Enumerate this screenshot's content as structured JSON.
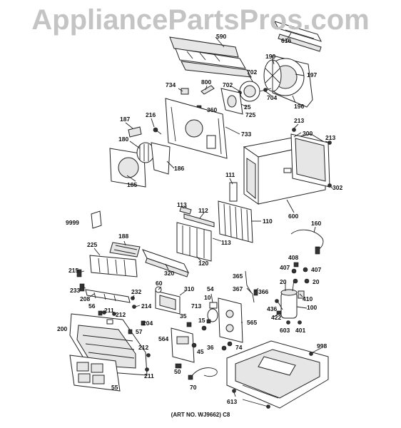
{
  "watermark": "AppliancePartsPros.com",
  "caption": "(ART NO. WJ9662) C8",
  "labels": {
    "p590": "590",
    "p616": "616",
    "p190": "190",
    "p197": "197",
    "p702a": "702",
    "p702b": "702",
    "p704": "704",
    "p196": "196",
    "p800": "800",
    "p734": "734",
    "p360": "360",
    "p25": "25",
    "p725": "725",
    "p733": "733",
    "p187": "187",
    "p216": "216",
    "p213a": "213",
    "p213b": "213",
    "p300": "300",
    "p180": "180",
    "p186": "186",
    "p185": "185",
    "p302": "302",
    "p111": "111",
    "p113a": "113",
    "p112": "112",
    "p110": "110",
    "p9999": "9999",
    "p113b": "113",
    "p600": "600",
    "p160": "160",
    "p188": "188",
    "p225": "225",
    "p120": "120",
    "p320": "320",
    "p408": "408",
    "p407a": "407",
    "p407b": "407",
    "p215": "215",
    "p365": "365",
    "p20a": "20",
    "p20b": "20",
    "p233": "233",
    "p60": "60",
    "p310": "310",
    "p54": "54",
    "p367": "367",
    "p366": "366",
    "p410": "410",
    "p208": "208",
    "p232": "232",
    "p10": "10",
    "p436": "436",
    "p100": "100",
    "p56": "56",
    "p211a": "211",
    "p214": "214",
    "p422": "422",
    "p212a": "212",
    "p204": "204",
    "p35": "35",
    "p713": "713",
    "p200": "200",
    "p57": "57",
    "p15": "15",
    "p565": "565",
    "p603": "603",
    "p401": "401",
    "p564": "564",
    "p998": "998",
    "p212b": "212",
    "p36": "36",
    "p74": "74",
    "p45": "45",
    "p211b": "211",
    "p50": "50",
    "p55": "55",
    "p70": "70",
    "p613": "613"
  }
}
